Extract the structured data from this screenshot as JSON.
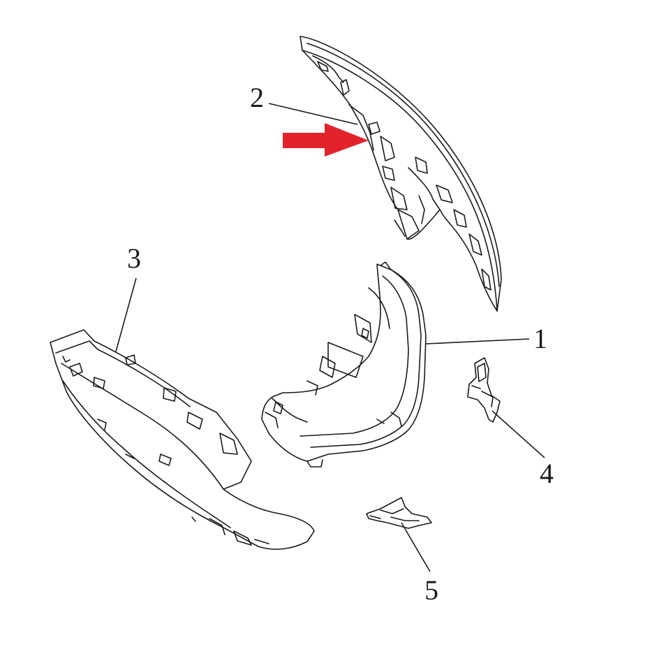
{
  "callouts": [
    {
      "id": "1",
      "label": "1"
    },
    {
      "id": "2",
      "label": "2"
    },
    {
      "id": "3",
      "label": "3"
    },
    {
      "id": "4",
      "label": "4"
    },
    {
      "id": "5",
      "label": "5"
    }
  ],
  "colors": {
    "line": "#1a1a1a",
    "background": "#ffffff",
    "arrow": "#e3232b"
  },
  "icons": {
    "pointer": "red-arrow-icon"
  }
}
